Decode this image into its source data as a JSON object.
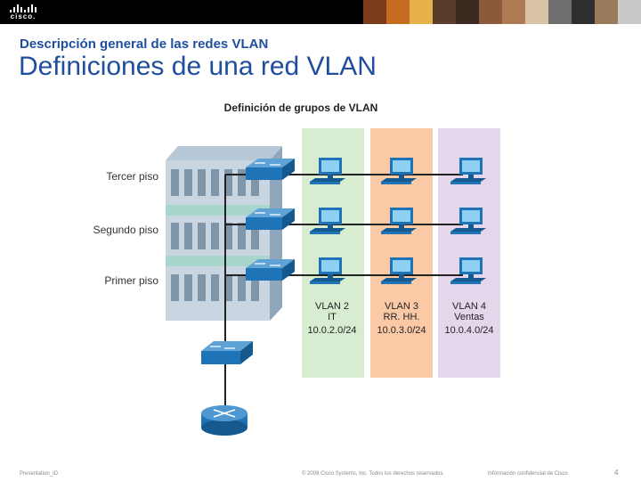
{
  "header": {
    "logo_text": "cisco.",
    "photo_colors": [
      "#7a3b1a",
      "#c56a1f",
      "#e6b04a",
      "#5a3c2a",
      "#3b2a20",
      "#8c5a3a",
      "#b07a55",
      "#d9c3a5",
      "#6e6e6e",
      "#2f2f2f",
      "#9a7a5a",
      "#c9c9c9"
    ]
  },
  "slide": {
    "subtitle": "Descripción general de las redes VLAN",
    "title": "Definiciones de una red VLAN"
  },
  "diagram": {
    "heading": "Definición de grupos de VLAN",
    "floors": [
      "Tercer piso",
      "Segundo piso",
      "Primer piso"
    ],
    "vlans": [
      {
        "line1": "VLAN 2",
        "line2": "IT",
        "line3": "10.0.2.0/24",
        "color": "#d8ecd2"
      },
      {
        "line1": "VLAN 3",
        "line2": "RR. HH.",
        "line3": "10.0.3.0/24",
        "color": "#fbc9a6"
      },
      {
        "line1": "VLAN 4",
        "line2": "Ventas",
        "line3": "10.0.4.0/24",
        "color": "#e4d7ec"
      }
    ],
    "device_color": "#1e74b6"
  },
  "footer": {
    "left": "Presentation_ID",
    "center": "© 2008 Cisco Systems, Inc. Todos los derechos reservados.",
    "right": "Información confidencial de Cisco",
    "page": "4"
  }
}
